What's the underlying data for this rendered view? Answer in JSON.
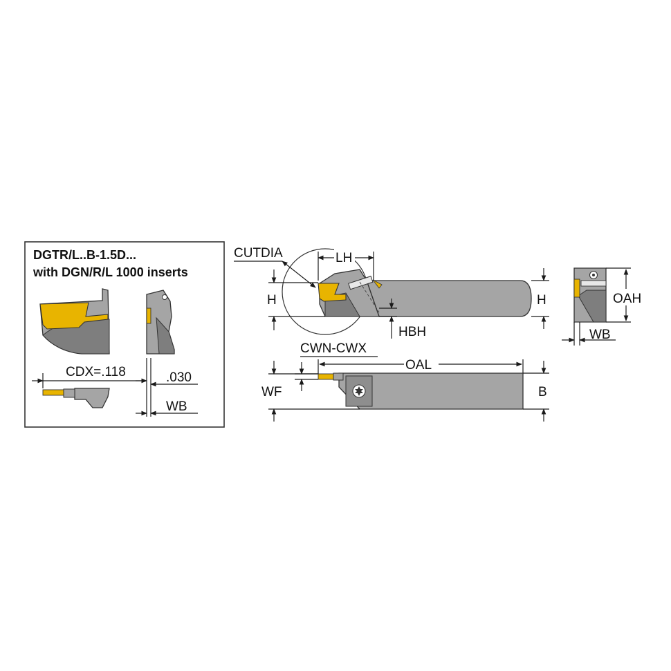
{
  "colors": {
    "body": "#a5a5a5",
    "body_dark": "#7e7e7e",
    "insert": "#e8b400",
    "outline": "#333333",
    "line": "#1a1a1a"
  },
  "inset": {
    "title_line1": "DGTR/L..B-1.5D...",
    "title_line2": "with DGN/R/L 1000 inserts",
    "cdx_label": "CDX=.118",
    "offset_label": ".030",
    "wb_label": "WB"
  },
  "side_view": {
    "cutdia_label": "CUTDIA",
    "lh_label": "LH",
    "h_left_label": "H",
    "h_right_label": "H",
    "hbh_label": "HBH"
  },
  "end_view": {
    "oah_label": "OAH",
    "wb_label": "WB",
    "screw_icon": "torx-screw-icon"
  },
  "top_view": {
    "cwn_cwx_label": "CWN-CWX",
    "oal_label": "OAL",
    "wf_label": "WF",
    "b_label": "B",
    "screw_icon": "torx-screw-icon"
  }
}
